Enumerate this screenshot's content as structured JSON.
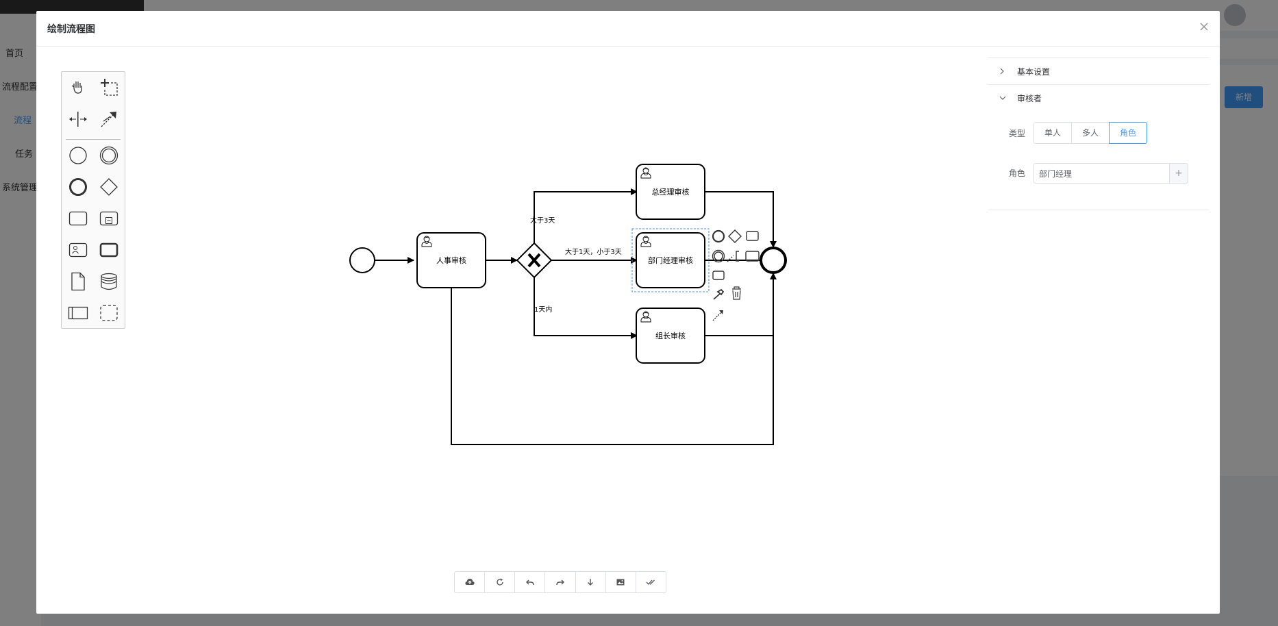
{
  "background": {
    "sidebar_items": [
      "首页",
      "流程配置",
      "流程",
      "任务",
      "系统管理"
    ],
    "new_button": "新增"
  },
  "dialog": {
    "title": "绘制流程图",
    "close_icon": "close-icon"
  },
  "palette": {
    "tools": [
      "hand-tool-icon",
      "lasso-tool-icon",
      "space-tool-icon",
      "connect-tool-icon",
      "start-event-icon",
      "intermediate-event-icon",
      "end-event-icon",
      "gateway-icon",
      "task-icon",
      "subprocess-icon",
      "user-task-icon",
      "call-activity-icon",
      "data-object-icon",
      "data-store-icon",
      "participant-icon",
      "group-icon"
    ]
  },
  "diagram": {
    "tasks": {
      "hr": "人事审核",
      "gm": "总经理审核",
      "dept": "部门经理审核",
      "lead": "组长审核"
    },
    "flows": {
      "gt3": "大于3天",
      "between": "大于1天，小于3天",
      "within1": "1天内"
    }
  },
  "toolbar": {
    "buttons": [
      "upload-icon",
      "refresh-icon",
      "undo-icon",
      "redo-icon",
      "download-icon",
      "image-icon",
      "check-icon"
    ]
  },
  "panel": {
    "sections": {
      "basic": "基本设置",
      "reviewer": "审核者"
    },
    "type_label": "类型",
    "type_options": [
      "单人",
      "多人",
      "角色"
    ],
    "type_selected": "角色",
    "role_label": "角色",
    "role_value": "部门经理",
    "role_add": "+"
  }
}
